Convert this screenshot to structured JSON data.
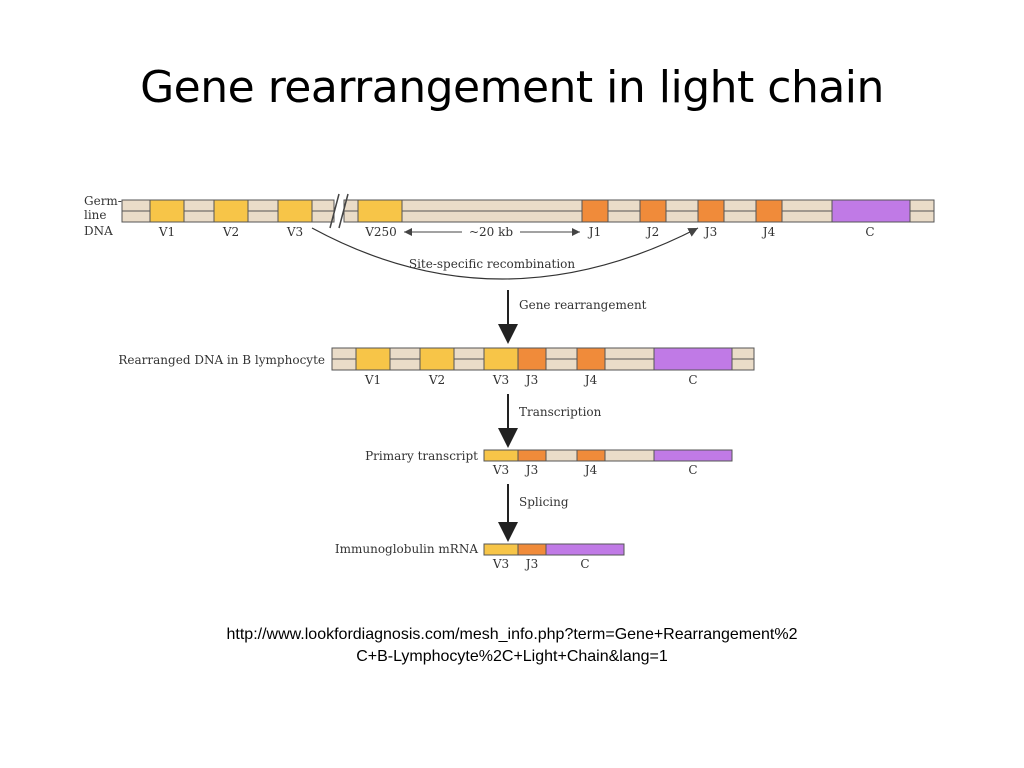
{
  "slide": {
    "title": "Gene rearrangement in light chain",
    "url_line1": "http://www.lookfordiagnosis.com/mesh_info.php?term=Gene+Rearrangement%2",
    "url_line2": "C+B-Lymphocyte%2C+Light+Chain&lang=1"
  },
  "colors": {
    "v_segment": "#f7c548",
    "j_segment": "#f08b3a",
    "c_segment": "#c07ae6",
    "background_dna": "#eadcc8",
    "stroke": "#555555",
    "arrow": "#222222"
  },
  "diagram": {
    "germline": {
      "label_lines": [
        "Germ-",
        "line",
        "DNA"
      ],
      "segments": [
        "V1",
        "V2",
        "V3",
        "V250",
        "J1",
        "J2",
        "J3",
        "J4",
        "C"
      ],
      "distance_label": "~20 kb"
    },
    "recombination_label": "Site-specific recombination",
    "step1_label": "Gene rearrangement",
    "rearranged": {
      "label": "Rearranged DNA in B lymphocyte",
      "segments": [
        "V1",
        "V2",
        "V3",
        "J3",
        "J4",
        "C"
      ]
    },
    "step2_label": "Transcription",
    "primary": {
      "label": "Primary transcript",
      "segments": [
        "V3",
        "J3",
        "J4",
        "C"
      ]
    },
    "step3_label": "Splicing",
    "mrna": {
      "label": "Immunoglobulin mRNA",
      "segments": [
        "V3",
        "J3",
        "C"
      ]
    }
  }
}
